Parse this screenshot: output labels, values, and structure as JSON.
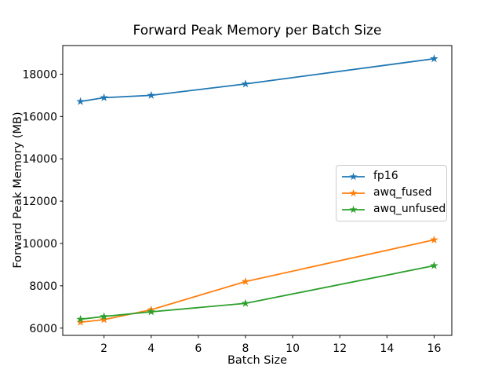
{
  "chart_data": {
    "type": "line",
    "title": "Forward Peak Memory per Batch Size",
    "xlabel": "Batch Size",
    "ylabel": "Forward Peak Memory (MB)",
    "x": [
      1,
      2,
      4,
      8,
      16
    ],
    "series": [
      {
        "name": "fp16",
        "color": "#1f77b4",
        "values": [
          16710,
          16890,
          17000,
          17540,
          18730
        ]
      },
      {
        "name": "awq_fused",
        "color": "#ff7f0e",
        "values": [
          6280,
          6400,
          6870,
          8200,
          10170
        ]
      },
      {
        "name": "awq_unfused",
        "color": "#2ca02c",
        "values": [
          6420,
          6550,
          6770,
          7170,
          8950
        ]
      }
    ],
    "marker": "star",
    "xticks": [
      2,
      4,
      6,
      8,
      10,
      12,
      14,
      16
    ],
    "yticks": [
      6000,
      8000,
      10000,
      12000,
      14000,
      16000,
      18000
    ],
    "xlim": [
      0.25,
      16.75
    ],
    "ylim": [
      5657,
      19353
    ],
    "grid": false,
    "legend_position": "center-right",
    "axis_color": "#000000",
    "background_color": "#ffffff"
  }
}
